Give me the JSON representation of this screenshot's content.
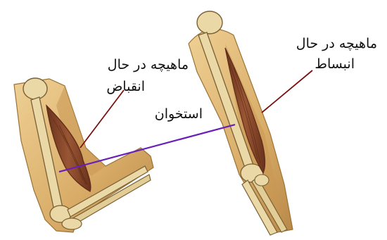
{
  "labels": {
    "contracted_line1": "ماهیچه در حال",
    "contracted_line2": "انقباض",
    "relaxed_line1": "ماهیچه در حال",
    "relaxed_line2": "انبساط",
    "bone": "استخوان"
  },
  "colors": {
    "skin": "#d9ad68",
    "skin_light": "#edcd90",
    "skin_dark": "#a97a3e",
    "muscle": "#8a4a2e",
    "muscle_dark": "#5e2c18",
    "bone": "#ead8a6",
    "bone_outline": "#7a6036",
    "bone_pointer": "#6a1fb8",
    "muscle_pointer": "#7a1010"
  },
  "icons": {
    "bent_arm": "bent-arm-illustration",
    "straight_arm": "straight-arm-illustration"
  }
}
